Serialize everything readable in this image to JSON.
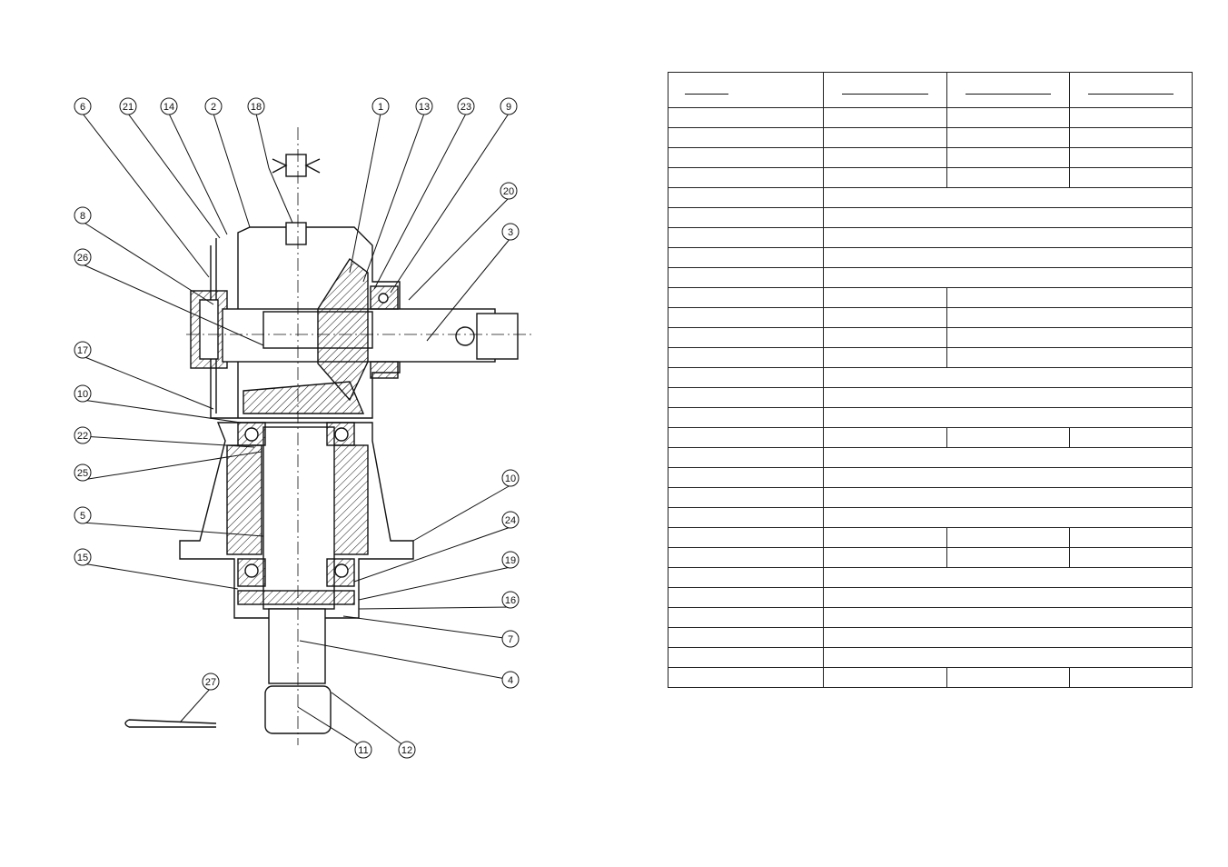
{
  "drawing": {
    "callouts": [
      "6",
      "21",
      "14",
      "2",
      "18",
      "1",
      "13",
      "23",
      "9",
      "20",
      "3",
      "8",
      "26",
      "17",
      "10",
      "22",
      "25",
      "5",
      "15",
      "10",
      "24",
      "19",
      "16",
      "7",
      "4",
      "27",
      "11",
      "12"
    ]
  },
  "table": {
    "columns": [
      "",
      "",
      "",
      ""
    ],
    "row_layouts": [
      "full",
      "full",
      "full",
      "full",
      "span3",
      "span3",
      "span3",
      "span3",
      "span3",
      "two",
      "two",
      "two",
      "two",
      "span3",
      "span3",
      "span3",
      "full",
      "span3",
      "span3",
      "span3",
      "span3",
      "full",
      "full",
      "span3",
      "span3",
      "span3",
      "span3",
      "span3",
      "full"
    ]
  }
}
